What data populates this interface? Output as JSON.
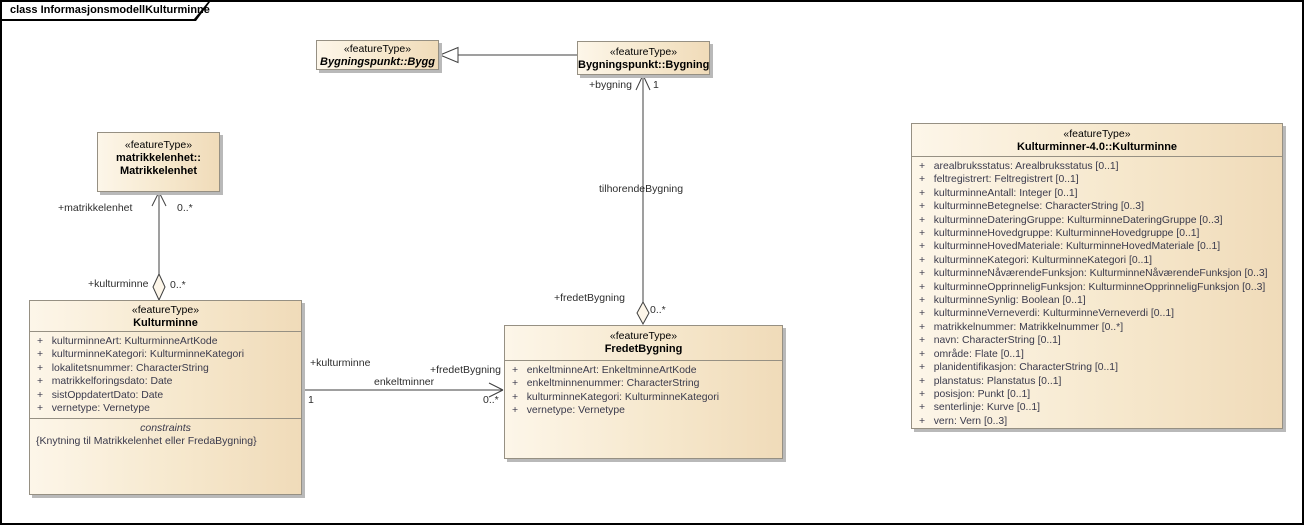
{
  "frame": {
    "title": "class InformasjonsmodellKulturminne"
  },
  "classes": {
    "bygg": {
      "stereotype": "«featureType»",
      "name": "Bygningspunkt::Bygg"
    },
    "bygning": {
      "stereotype": "«featureType»",
      "name": "Bygningspunkt::Bygning"
    },
    "matrikkelenhet": {
      "stereotype": "«featureType»",
      "name_line1": "matrikkelenhet::",
      "name_line2": "Matrikkelenhet"
    },
    "kulturminne": {
      "stereotype": "«featureType»",
      "name": "Kulturminne",
      "attributes": [
        "+   kulturminneArt: KulturminneArtKode",
        "+   kulturminneKategori: KulturminneKategori",
        "+   lokalitetsnummer: CharacterString",
        "+   matrikkelforingsdato: Date",
        "+   sistOppdatertDato: Date",
        "+   vernetype: Vernetype"
      ],
      "constraints_heading": "constraints",
      "constraint_text": "{Knytning til Matrikkelenhet eller FredaBygning}"
    },
    "fredetBygning": {
      "stereotype": "«featureType»",
      "name": "FredetBygning",
      "attributes": [
        "+   enkeltminneArt: EnkeltminneArtKode",
        "+   enkeltminnenummer: CharacterString",
        "+   kulturminneKategori: KulturminneKategori",
        "+   vernetype: Vernetype"
      ]
    },
    "kulturminner40": {
      "stereotype": "«featureType»",
      "name": "Kulturminner-4.0::Kulturminne",
      "attributes": [
        "+   arealbruksstatus: Arealbruksstatus [0..1]",
        "+   feltregistrert: Feltregistrert [0..1]",
        "+   kulturminneAntall: Integer [0..1]",
        "+   kulturminneBetegnelse: CharacterString [0..3]",
        "+   kulturminneDateringGruppe: KulturminneDateringGruppe [0..3]",
        "+   kulturminneHovedgruppe: KulturminneHovedgruppe [0..1]",
        "+   kulturminneHovedMateriale: KulturminneHovedMateriale [0..1]",
        "+   kulturminneKategori: KulturminneKategori [0..1]",
        "+   kulturminneNåværendeFunksjon: KulturminneNåværendeFunksjon [0..3]",
        "+   kulturminneOpprinneligFunksjon: KulturminneOpprinneligFunksjon [0..3]",
        "+   kulturminneSynlig: Boolean [0..1]",
        "+   kulturminneVerneverdi: KulturminneVerneverdi [0..1]",
        "+   matrikkelnummer: Matrikkelnummer [0..*]",
        "+   navn: CharacterString [0..1]",
        "+   område: Flate [0..1]",
        "+   planidentifikasjon: CharacterString [0..1]",
        "+   planstatus: Planstatus [0..1]",
        "+   posisjon: Punkt [0..1]",
        "+   senterlinje: Kurve [0..1]",
        "+   vern: Vern [0..3]"
      ]
    }
  },
  "connectors": {
    "tilhorendeBygning": {
      "name": "tilhorendeBygning",
      "target_role": "+bygning",
      "target_mult": "1",
      "source_role": "+fredetBygning",
      "source_mult": "0..*"
    },
    "kulturminneMatrikkelenhet": {
      "target_role": "+matrikkelenhet",
      "target_mult": "0..*",
      "source_role": "+kulturminne",
      "source_mult": "0..*"
    },
    "enkeltminner": {
      "name": "enkeltminner",
      "source_role": "+kulturminne",
      "source_mult": "1",
      "target_role": "+fredetBygning",
      "target_mult": "0..*"
    }
  }
}
